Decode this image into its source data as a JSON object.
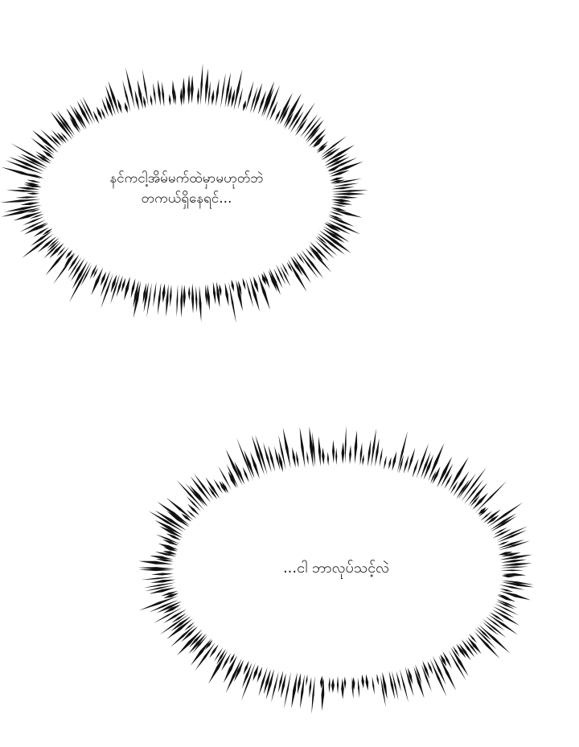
{
  "bubbles": [
    {
      "lines": [
        "နင်ကငါ့အိမ်မက်ထဲမှာမဟုတ်ဘဲ",
        "တကယ်ရှိနေရင်..."
      ]
    },
    {
      "lines": [
        "...ငါ ဘာလုပ်သင့်လဲ"
      ]
    }
  ],
  "colors": {
    "background": "#ffffff",
    "spike": "#111111",
    "text": "#1a1a1a"
  }
}
